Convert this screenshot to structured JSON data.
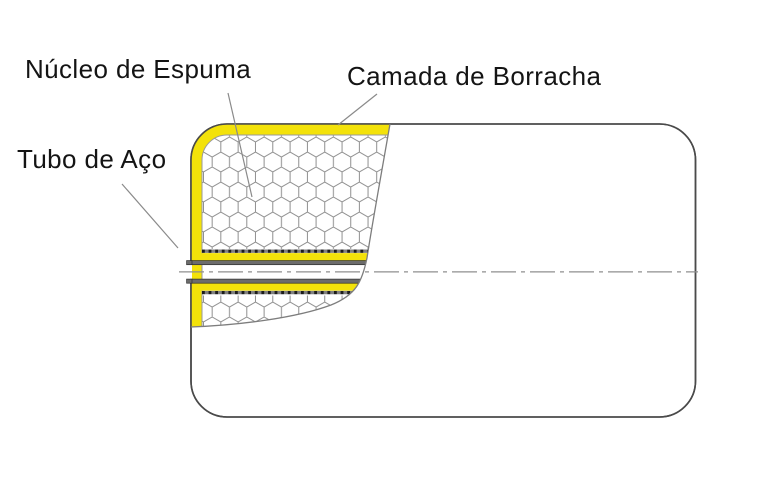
{
  "diagram": {
    "labels": {
      "foam_core": "Núcleo de Espuma",
      "rubber_layer": "Camada de Borracha",
      "steel_tube": "Tubo de Aço"
    },
    "colors": {
      "rubber_yellow": "#F3E20A",
      "body_outline": "#4a4a4a",
      "foam_hex_line": "#8f8f8f",
      "steel_wall_gray": "#6c6c6c",
      "bond_dot_black": "#1c1c1c",
      "centerline_gray": "#8f8f8f",
      "leader_line_gray": "#8a8a8a",
      "background": "#ffffff",
      "label_text": "#141414"
    }
  }
}
